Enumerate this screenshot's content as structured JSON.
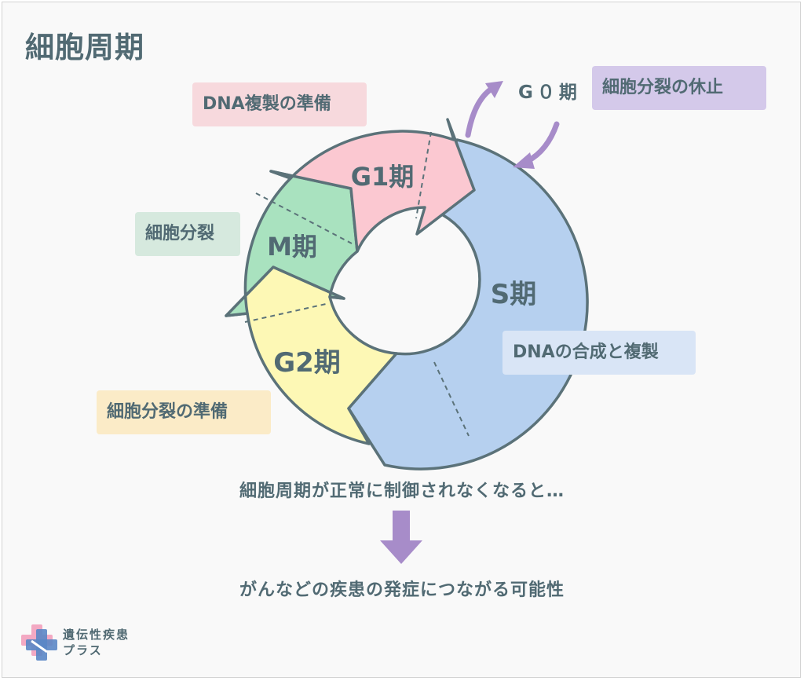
{
  "title": "細胞周期",
  "phases": {
    "g1": "G1期",
    "s": "S期",
    "g2": "G2期",
    "m": "M期"
  },
  "labels": {
    "dna_prep": "DNA複製の準備",
    "rest": "細胞分裂の休止",
    "mitosis": "細胞分裂",
    "synthesis": "DNAの合成と複製",
    "division_prep": "細胞分裂の準備",
    "g0": "G０期"
  },
  "consequence": {
    "line1": "細胞周期が正常に制御されなくなると…",
    "line2": "がんなどの疾患の発症につながる可能性"
  },
  "logo": {
    "line1": "遺伝性疾患",
    "line2": "プラス"
  },
  "colors": {
    "g1": "#fbc8d1",
    "s": "#b6d0ef",
    "g2": "#fdf8b5",
    "m": "#a9e2bf",
    "outline": "#5b7279",
    "arrow": "#a78cc9",
    "text": "#516a73"
  }
}
